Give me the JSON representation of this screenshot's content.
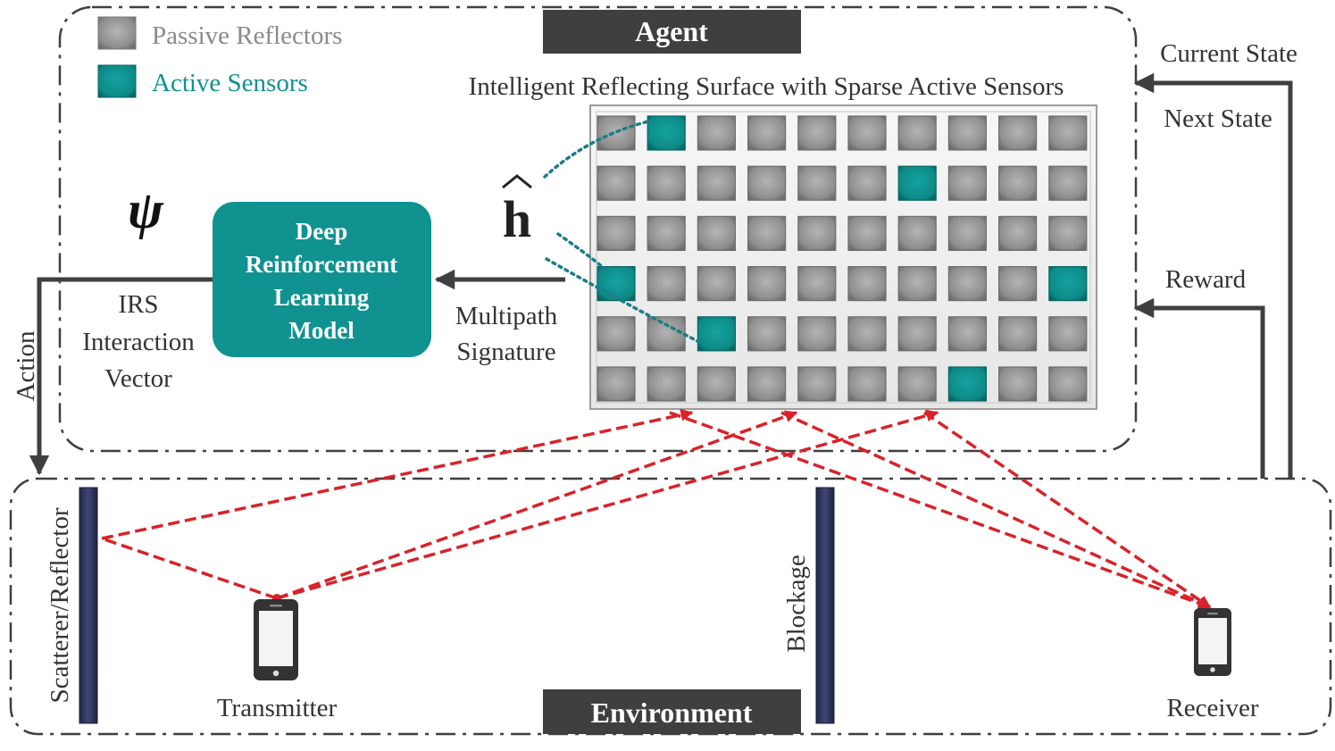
{
  "legend": {
    "passive_label": "Passive Reflectors",
    "active_label": "Active Sensors"
  },
  "agent": {
    "title": "Agent",
    "irs_title": "Intelligent Reflecting Surface with Sparse Active Sensors",
    "drl_model": [
      "Deep",
      "Reinforcement",
      "Learning",
      "Model"
    ],
    "psi_symbol": "ψ",
    "h_hat_symbol": "h",
    "multipath_label": [
      "Multipath",
      "Signature"
    ],
    "irs_vector_label": [
      "IRS",
      "Interaction",
      "Vector"
    ]
  },
  "irs_grid": {
    "rows": 6,
    "cols": 10,
    "active_cells": [
      [
        0,
        1
      ],
      [
        1,
        6
      ],
      [
        3,
        0
      ],
      [
        3,
        9
      ],
      [
        4,
        2
      ],
      [
        5,
        7
      ]
    ]
  },
  "loop": {
    "action_label": "Action",
    "current_state_label": "Current State",
    "next_state_label": "Next State",
    "reward_label": "Reward"
  },
  "environment": {
    "title": "Environment",
    "scatterer_label": "Scatterer/Reflector",
    "blockage_label": "Blockage",
    "transmitter_label": "Transmitter",
    "receiver_label": "Receiver"
  },
  "colors": {
    "teal": "#0f9290",
    "passive_gray": "#9a9a9a",
    "dark_gray": "#3f3f3f",
    "ray_red": "#d8232a",
    "wall_navy": "#2b3258",
    "sensor_link": "#1c7d86"
  }
}
